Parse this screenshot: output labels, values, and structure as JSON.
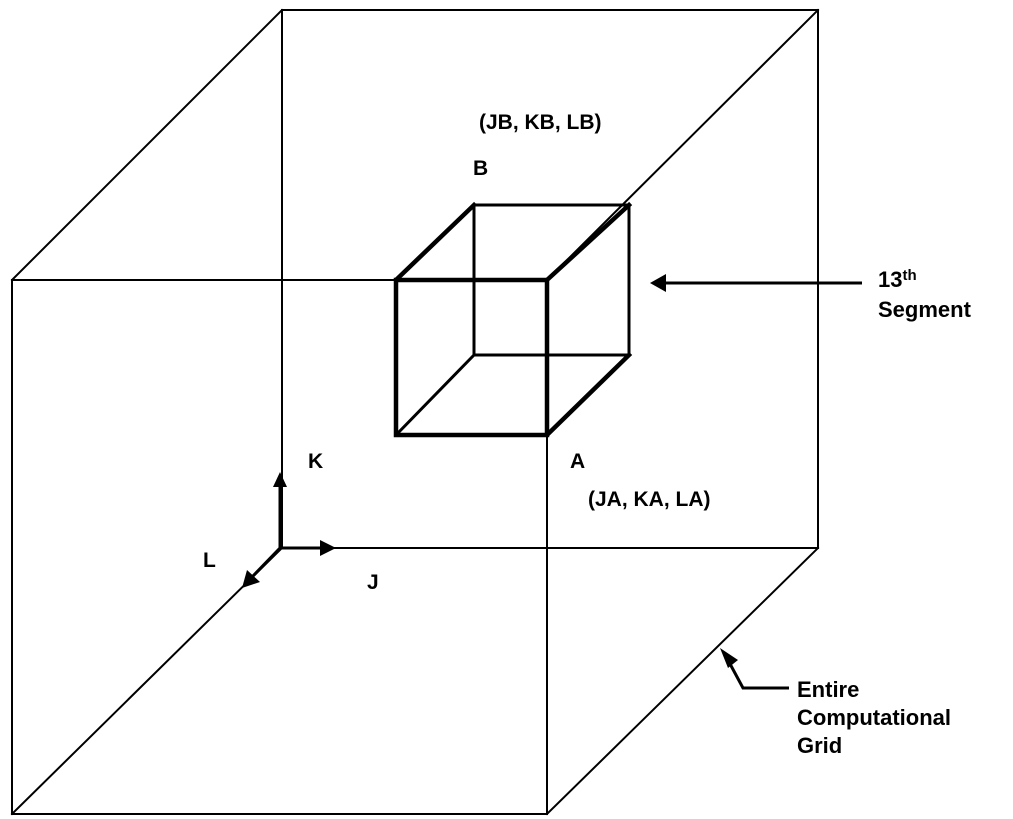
{
  "labels": {
    "b_coords": "(JB, KB, LB)",
    "b_point": "B",
    "a_point": "A",
    "a_coords": "(JA, KA, LA)",
    "axis_k": "K",
    "axis_l": "L",
    "axis_j": "J",
    "segment_number": "13",
    "segment_suffix": "th",
    "segment_word": "Segment",
    "grid_line1": "Entire",
    "grid_line2": "Computational",
    "grid_line3": "Grid"
  }
}
